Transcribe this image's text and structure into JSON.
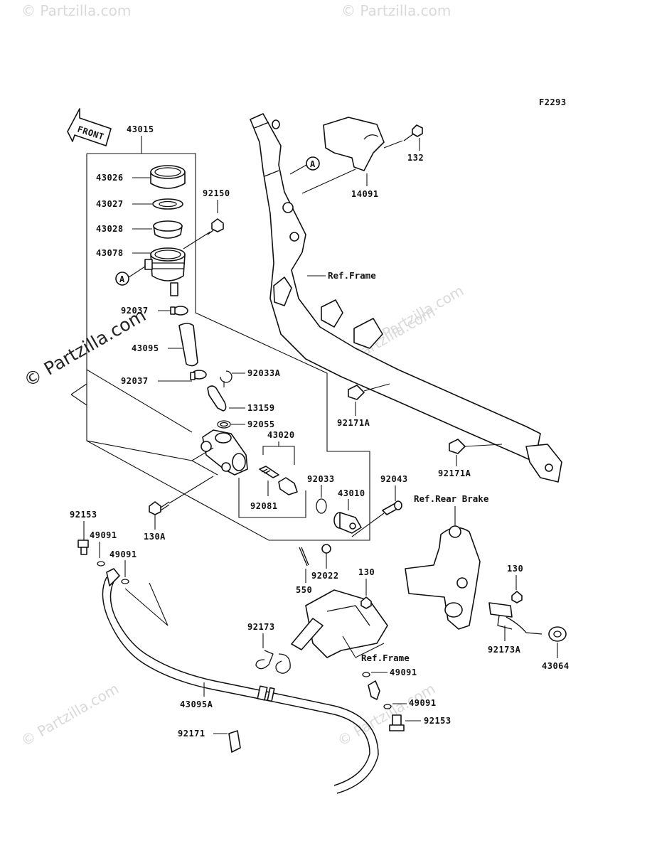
{
  "figure_code": "F2293",
  "front_label": "FRONT",
  "watermarks": {
    "main": "© Partzilla.com",
    "faint": "© Partzilla.com"
  },
  "callout_a": "A",
  "refs": {
    "frame_upper": "Ref.Frame",
    "rear_brake": "Ref.Rear Brake",
    "frame_lower": "Ref.Frame"
  },
  "parts": {
    "p43015": "43015",
    "p43026": "43026",
    "p43027": "43027",
    "p43028": "43028",
    "p43078": "43078",
    "p92150": "92150",
    "p92037a": "92037",
    "p43095": "43095",
    "p92037b": "92037",
    "p92033A": "92033A",
    "p13159": "13159",
    "p92055": "92055",
    "p43020": "43020",
    "p92033": "92033",
    "p92081": "92081",
    "p43010": "43010",
    "p92043": "92043",
    "p92022": "92022",
    "p130A": "130A",
    "p92153a": "92153",
    "p49091a": "49091",
    "p49091b": "49091",
    "p550": "550",
    "p130a": "130",
    "p130b": "130",
    "p92173": "92173",
    "p92173A": "92173A",
    "p43064": "43064",
    "p49091c": "49091",
    "p49091d": "49091",
    "p92153b": "92153",
    "p43095A": "43095A",
    "p92171": "92171",
    "p92171A_a": "92171A",
    "p92171A_b": "92171A",
    "p132": "132",
    "p14091": "14091"
  }
}
